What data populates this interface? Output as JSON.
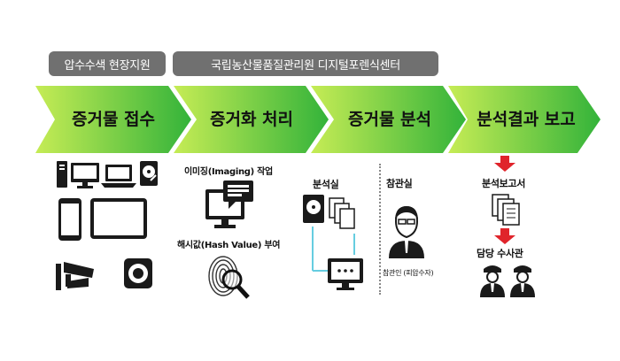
{
  "header_tags": [
    {
      "label": "압수수색 현장지원"
    },
    {
      "label": "국립농산물품질관리원 디지털포렌식센터"
    }
  ],
  "steps": [
    {
      "label": "증거물 접수"
    },
    {
      "label": "증거화 처리"
    },
    {
      "label": "증거물 분석"
    },
    {
      "label": "분석결과 보고"
    }
  ],
  "col2": {
    "imaging": "이미징(Imaging) 작업",
    "hash": "해시값(Hash Value) 부여"
  },
  "col3": {
    "room": "분석실"
  },
  "col4": {
    "room": "참관실",
    "person": "참관인 (피압수자)"
  },
  "col5": {
    "report": "분석보고서",
    "officer": "담당 수사관"
  },
  "colors": {
    "arrow_light": "#c6ec55",
    "arrow_dark": "#33b33a",
    "tag_gray": "#707070",
    "red": "#e0242b"
  }
}
